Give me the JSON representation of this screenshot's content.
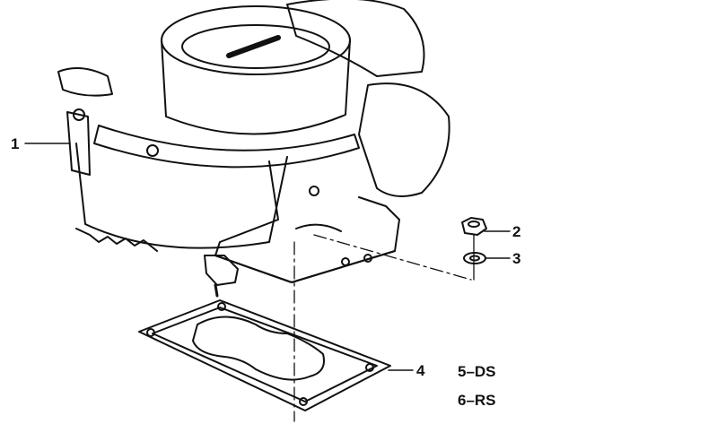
{
  "diagram": {
    "callouts": [
      {
        "id": "part-1",
        "label": "1"
      },
      {
        "id": "part-2",
        "label": "2"
      },
      {
        "id": "part-3",
        "label": "3"
      },
      {
        "id": "part-4",
        "label": "4"
      }
    ],
    "legend": [
      {
        "id": "legend-5",
        "text": "5–DS"
      },
      {
        "id": "legend-6",
        "text": "6–RS"
      }
    ],
    "colors": {
      "ink": "#111111",
      "paper": "#ffffff"
    }
  }
}
